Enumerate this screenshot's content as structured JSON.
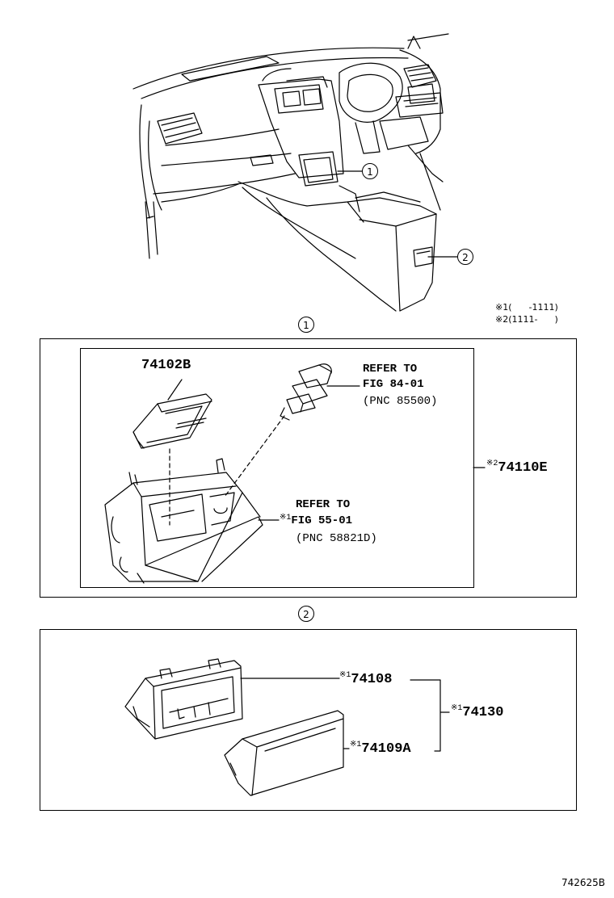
{
  "callouts": {
    "c1": "1",
    "c2": "2",
    "section1": "1",
    "section2": "2"
  },
  "notes": {
    "n1_mark": "※1",
    "n1_text": "(      -1111)",
    "n2_mark": "※2",
    "n2_text": "(1111-      )"
  },
  "section1": {
    "part_74102B": "74102B",
    "ref_a_line1": "REFER TO",
    "ref_a_line2": "FIG 84-01",
    "ref_a_line3": "(PNC 85500)",
    "ref_b_line1": "REFER TO",
    "ref_b_mark": "※1",
    "ref_b_line2": "FIG 55-01",
    "ref_b_line3": "(PNC 58821D)",
    "assy_mark": "※2",
    "assy_part": "74110E"
  },
  "section2": {
    "p1_mark": "※1",
    "p1_part": "74108",
    "p2_mark": "※1",
    "p2_part": "74109A",
    "assy_mark": "※1",
    "assy_part": "74130"
  },
  "drawing_code": "742625B"
}
